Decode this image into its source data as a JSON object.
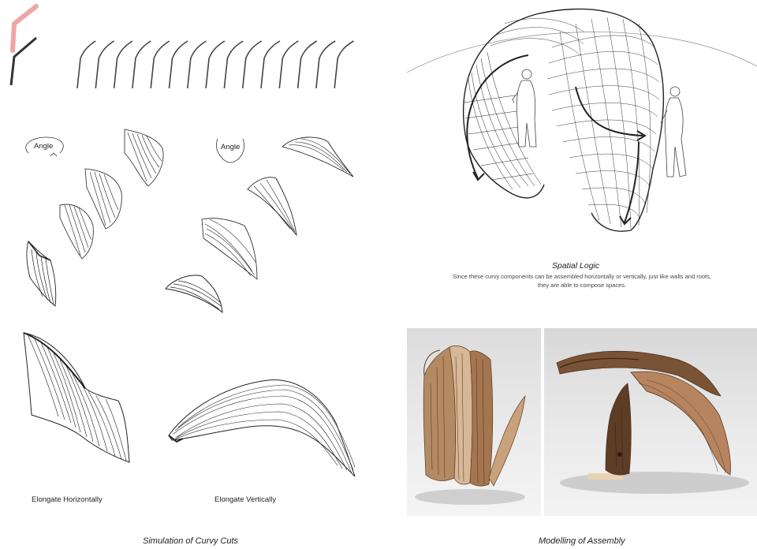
{
  "labels": {
    "angle_left": "Angle",
    "angle_right": "Angle",
    "elongate_h": "Elongate Horizontally",
    "elongate_v": "Elongate Vertically",
    "spatial_title": "Spatial Logic",
    "spatial_text": "Since these curvy components can be assembled horizontally or vertically, just like walls and roofs, they are able to compose spaces.",
    "caption_left": "Simulation of Curvy Cuts",
    "caption_right": "Modelling of Assembly"
  },
  "colors": {
    "highlight": "#f0a5a5",
    "line": "#222222",
    "photo_bg": "#e6e6e6",
    "wood_dark": "#5a3a22",
    "wood_light": "#c9a27c"
  }
}
